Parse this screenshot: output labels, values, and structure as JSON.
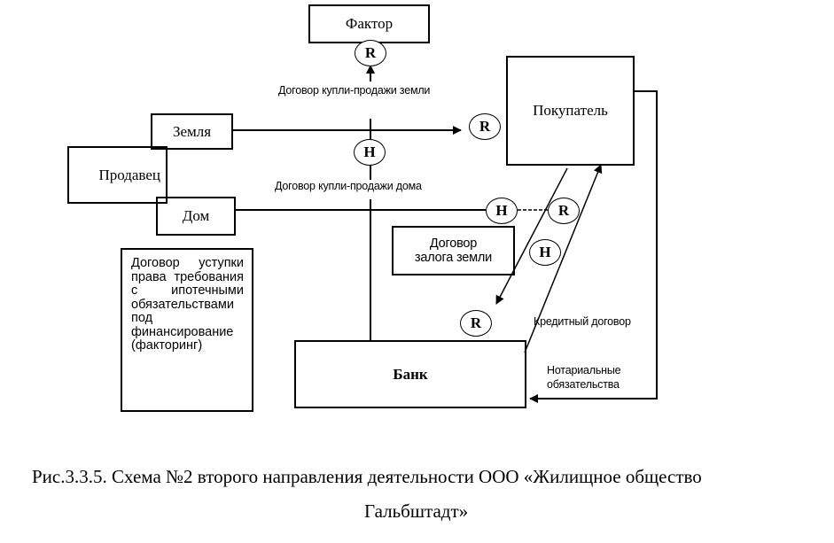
{
  "nodes": {
    "factor": "Фактор",
    "buyer": "Покупатель",
    "land": "Земля",
    "seller": "Продавец",
    "house": "Дом",
    "bank": "Банк",
    "land_pledge": [
      "Договор",
      "залога земли"
    ],
    "factoring_contract": [
      "Договор уступки",
      "права требования",
      "с ипотечными",
      "обязательствами",
      "под",
      "финансирование",
      "(факторинг)"
    ]
  },
  "edge_labels": {
    "land_sale_contract": "Договор купли-продажи земли",
    "house_sale_contract": "Договор купли-продажи дома",
    "credit_contract": "Кредитный договор",
    "notarial_obligations": [
      "Нотариальные",
      "обязательства"
    ]
  },
  "markers": {
    "factor_r": "R",
    "land_h": "H",
    "buyer_r": "R",
    "house_h": "H",
    "house_r": "R",
    "credit_h": "H",
    "bank_r": "R"
  },
  "caption": {
    "line1": "Рис.3.3.5. Схема №2 второго направления деятельности ООО «Жилищное общество",
    "line2": "Гальбштадт»"
  }
}
